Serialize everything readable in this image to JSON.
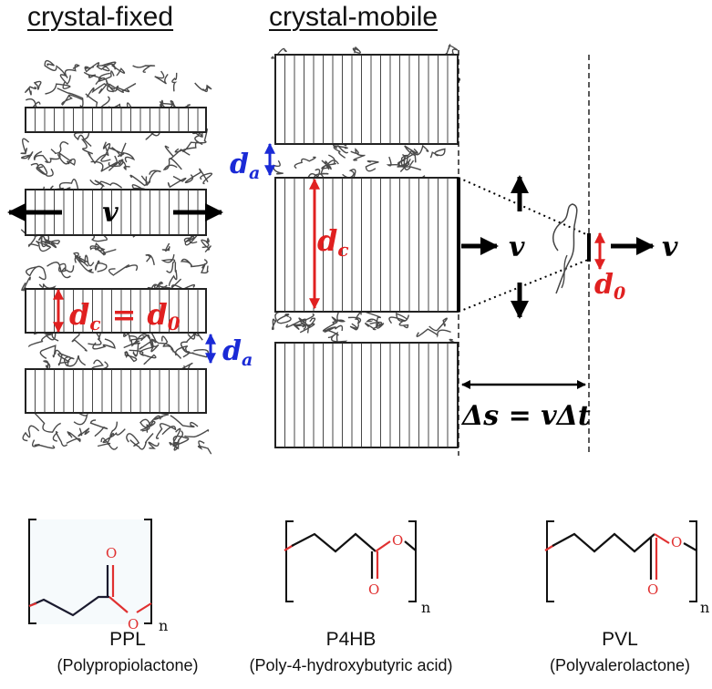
{
  "headings": {
    "left": "crystal-fixed",
    "right": "crystal-mobile"
  },
  "labels": {
    "velocity": "v",
    "dc": "d",
    "dc_sub": "c",
    "da": "d",
    "da_sub": "a",
    "d0": "d",
    "d0_sub": "0",
    "equals": "=",
    "delta_s": "Δs = vΔt",
    "repeat_n": "n"
  },
  "colors": {
    "red": "#e02020",
    "blue": "#1a2ad6",
    "oxygen": "#e03030",
    "bond": "#1a1a2e"
  },
  "polymers": [
    {
      "abbr": "PPL",
      "full": "(Polypropiolactone)"
    },
    {
      "abbr": "P4HB",
      "full": "(Poly-4-hydroxybutyric acid)"
    },
    {
      "abbr": "PVL",
      "full": "(Polyvalerolactone)"
    }
  ]
}
